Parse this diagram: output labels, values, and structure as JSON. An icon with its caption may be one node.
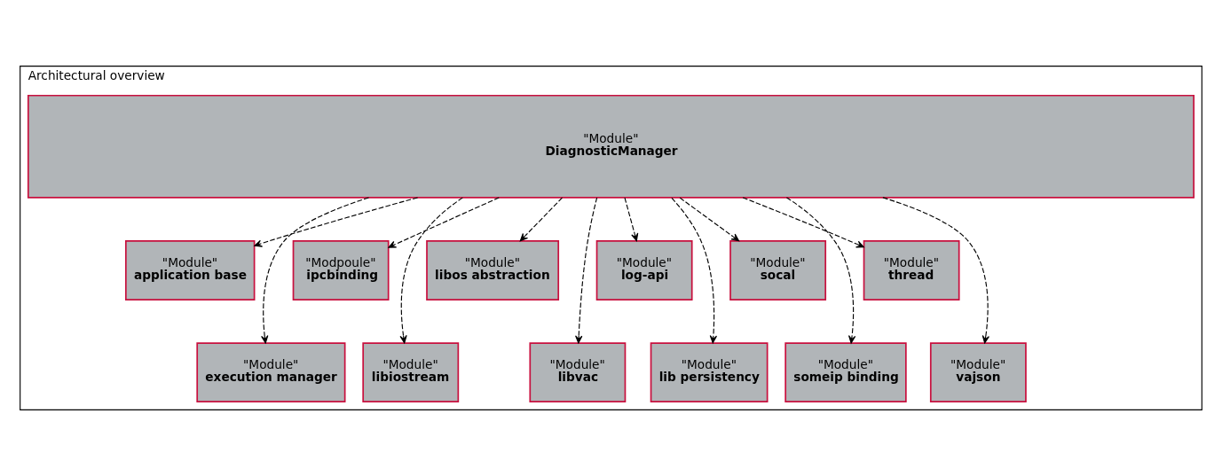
{
  "diagram": {
    "nodes": [
      {
        "text": [
          "Architectural overview"
        ]
      },
      {
        "text": [
          "\"Module\"",
          "DiagnosticManager"
        ],
        "in": 0
      },
      {
        "text": [
          "\"Module\"",
          "application base"
        ],
        "in": 0
      },
      {
        "text": [
          "\"Module\"",
          "execution manager"
        ],
        "in": 0
      },
      {
        "text": [
          "\"Modpoule\"",
          "ipcbinding"
        ],
        "in": 0
      },
      {
        "text": [
          "\"Module\"",
          "libiostream"
        ],
        "in": 0
      },
      {
        "text": [
          "\"Module\"",
          "libos abstraction"
        ],
        "in": 0
      },
      {
        "text": [
          "\"Module\"",
          "libvac"
        ],
        "in": 0
      },
      {
        "text": [
          "\"Module\"",
          "log-api"
        ],
        "in": 0
      },
      {
        "text": [
          "\"Module\"",
          "lib persistency"
        ],
        "in": 0
      },
      {
        "text": [
          "\"Module\"",
          "socal"
        ],
        "in": 0
      },
      {
        "text": [
          "\"Module\"",
          "someip binding"
        ],
        "in": 0
      },
      {
        "text": [
          "\"Module\"",
          "thread"
        ],
        "in": 0
      },
      {
        "text": [
          "\"Module\"",
          "vajson"
        ],
        "in": 0
      }
    ],
    "edges": [
      {
        "from": 1,
        "to": 2,
        "arrow": "to",
        "style": "dashed"
      },
      {
        "from": 1,
        "to": 3,
        "arrow": "to",
        "style": "dashed"
      },
      {
        "from": 1,
        "to": 4,
        "arrow": "to",
        "style": "dashed"
      },
      {
        "from": 1,
        "to": 5,
        "arrow": "to",
        "style": "dashed"
      },
      {
        "from": 1,
        "to": 6,
        "arrow": "to",
        "style": "dashed"
      },
      {
        "from": 1,
        "to": 7,
        "arrow": "to",
        "style": "dashed"
      },
      {
        "from": 1,
        "to": 8,
        "arrow": "to",
        "style": "dashed"
      },
      {
        "from": 1,
        "to": 9,
        "arrow": "to",
        "style": "dashed"
      },
      {
        "from": 1,
        "to": 10,
        "arrow": "to",
        "style": "dashed"
      },
      {
        "from": 1,
        "to": 11,
        "arrow": "to",
        "style": "dashed"
      },
      {
        "from": 1,
        "to": 12,
        "arrow": "to",
        "style": "dashed"
      },
      {
        "from": 1,
        "to": 13,
        "arrow": "to",
        "style": "dashed"
      }
    ]
  }
}
